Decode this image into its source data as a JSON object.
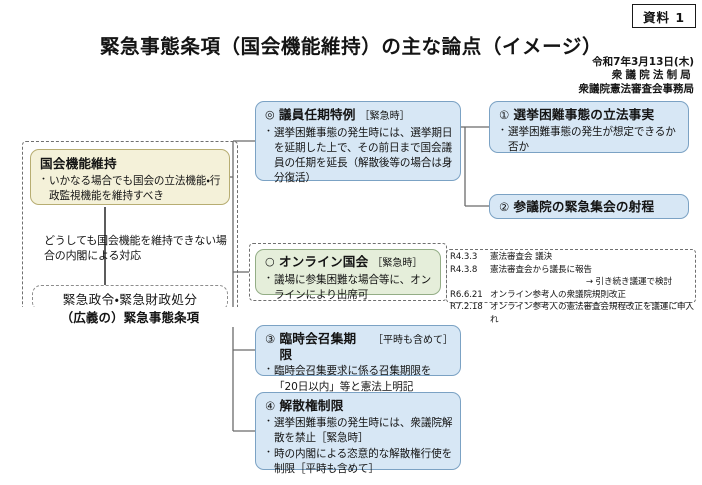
{
  "header": {
    "doc_label": "資料 1",
    "title": "緊急事態条項（国会機能維持）の主な論点（イメージ）",
    "date": "令和7年3月13日(木)",
    "org1": "衆議院法制局",
    "org2": "衆議院憲法審査会事務局"
  },
  "left_panel": {
    "caption": "（広義の）緊急事態条項",
    "main_box": {
      "title": "国会機能維持",
      "bullets": [
        "いかなる場合でも国会の立法機能・行政監視機能を維持すべき"
      ]
    },
    "arrow_note": "どうしても国会機能を維持できない場合の内閣による対応",
    "bottom_box": {
      "title": "緊急政令・緊急財政処分"
    }
  },
  "middle_boxes": [
    {
      "marker": "◎",
      "number": "",
      "title": "議員任期特例",
      "tag": "［緊急時］",
      "bullets": [
        "選挙困難事態の発生時には、選挙期日を延期した上で、その前日まで国会議員の任期を延長（解散後等の場合は身分復活）"
      ]
    },
    {
      "marker": "○",
      "number": "",
      "title": "オンライン国会",
      "tag": "［緊急時］",
      "bullets": [
        "議場に参集困難な場合等に、オンラインにより出席可"
      ]
    },
    {
      "marker": "",
      "number": "③",
      "title": "臨時会召集期限",
      "tag": "［平時も含めて］",
      "bullets": [
        "臨時会召集要求に係る召集期限を「20日以内」等と憲法上明記"
      ]
    },
    {
      "marker": "",
      "number": "④",
      "title": "解散権制限",
      "tag": "",
      "bullets": [
        "選挙困難事態の発生時には、衆議院解散を禁止［緊急時］",
        "時の内閣による恣意的な解散権行使を制限［平時も含めて］"
      ]
    }
  ],
  "right_boxes": [
    {
      "number": "①",
      "title": "選挙困難事態の立法事実",
      "bullets": [
        "選挙困難事態の発生が想定できるか否か"
      ]
    },
    {
      "number": "②",
      "title": "参議院の緊急集会の射程",
      "bullets": []
    }
  ],
  "notes": {
    "rows": [
      {
        "date": "R4.3.3",
        "text": "憲法審査会 議決"
      },
      {
        "date": "R4.3.8",
        "text": "憲法審査会から議長に報告"
      }
    ],
    "followup": "→ 引き続き議運で検討",
    "rows2": [
      {
        "date": "R6.6.21",
        "text": "オンライン参考人の衆議院規則改正"
      },
      {
        "date": "R7.2.18",
        "text": "オンライン参考人の憲法審査会規程改正を議運に申入れ"
      }
    ]
  },
  "colors": {
    "blue_fill": "#d7e7f5",
    "blue_border": "#7ba2c4",
    "yellow_fill": "#f4f1d9",
    "green_fill": "#e5eeda",
    "line": "#6b6b6b"
  }
}
